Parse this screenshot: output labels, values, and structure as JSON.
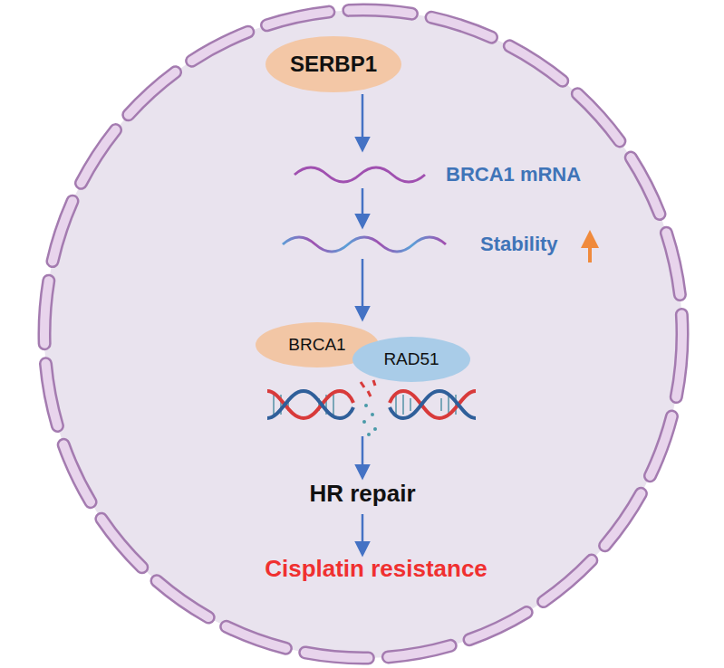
{
  "diagram": {
    "nodes": [
      {
        "text": [
          "SERBP1"
        ]
      },
      {
        "text": [
          "BRCA1"
        ]
      },
      {
        "text": [
          "RAD51"
        ]
      }
    ],
    "labels": [
      "BRCA1 mRNA",
      "Stability",
      "HR repair",
      "Cisplatin resistance"
    ]
  }
}
